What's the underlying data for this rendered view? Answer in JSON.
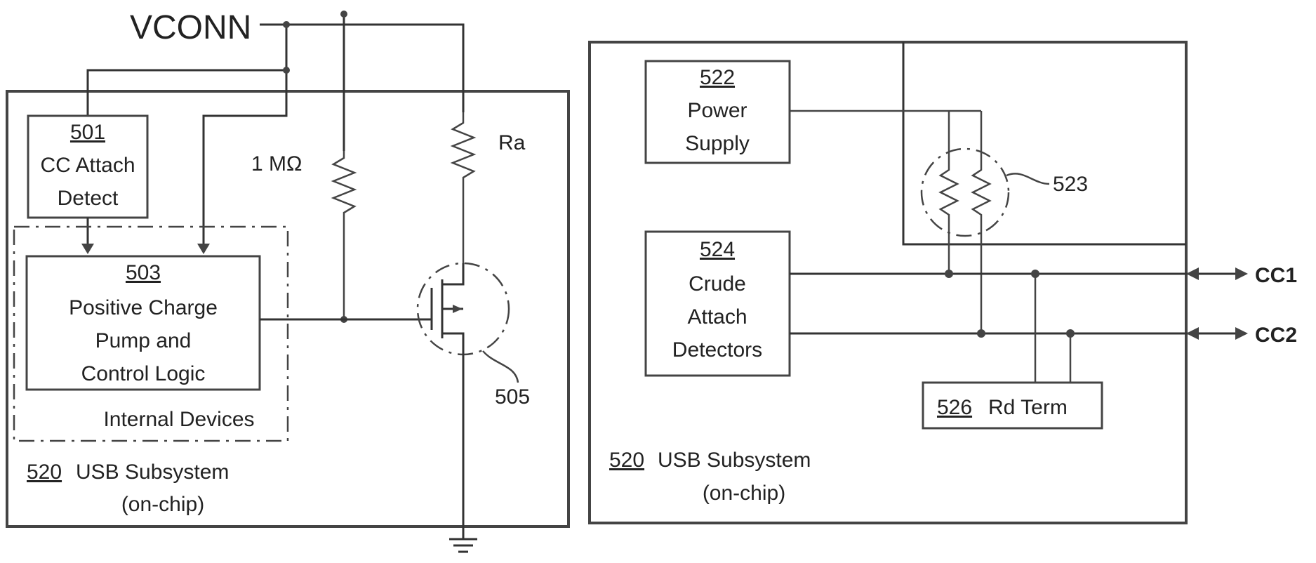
{
  "vconn_label": "VCONN",
  "left": {
    "block_501": {
      "ref": "501",
      "line1": "CC Attach",
      "line2": "Detect"
    },
    "block_503": {
      "ref": "503",
      "line1": "Positive Charge",
      "line2": "Pump and",
      "line3": "Control Logic"
    },
    "internal_devices": "Internal Devices",
    "resistor_1m": "1 MΩ",
    "resistor_ra": "Ra",
    "transistor_ref": "505",
    "subsystem": {
      "ref": "520",
      "name": "USB Subsystem",
      "note": "(on-chip)"
    }
  },
  "right": {
    "block_522": {
      "ref": "522",
      "line1": "Power",
      "line2": "Supply"
    },
    "resistors_ref": "523",
    "block_524": {
      "ref": "524",
      "line1": "Crude",
      "line2": "Attach",
      "line3": "Detectors"
    },
    "block_526": {
      "ref": "526",
      "name": "Rd Term"
    },
    "cc1": "CC1",
    "cc2": "CC2",
    "subsystem": {
      "ref": "520",
      "name": "USB Subsystem",
      "note": "(on-chip)"
    }
  }
}
